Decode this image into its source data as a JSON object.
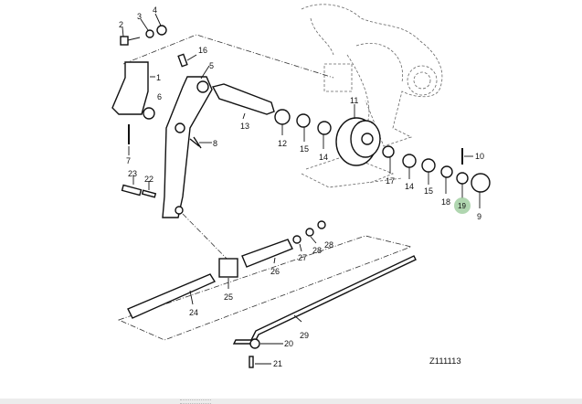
{
  "diagram": {
    "reference_code": "Z111113",
    "highlight_color": "#9ccc9c",
    "highlighted_callout": "19",
    "callouts": [
      "1",
      "2",
      "3",
      "4",
      "5",
      "6",
      "7",
      "8",
      "9",
      "10",
      "11",
      "12",
      "13",
      "14",
      "15",
      "16",
      "17",
      "14",
      "15",
      "18",
      "19",
      "20",
      "21",
      "22",
      "23",
      "24",
      "25",
      "26",
      "27",
      "28",
      "28",
      "29"
    ]
  }
}
